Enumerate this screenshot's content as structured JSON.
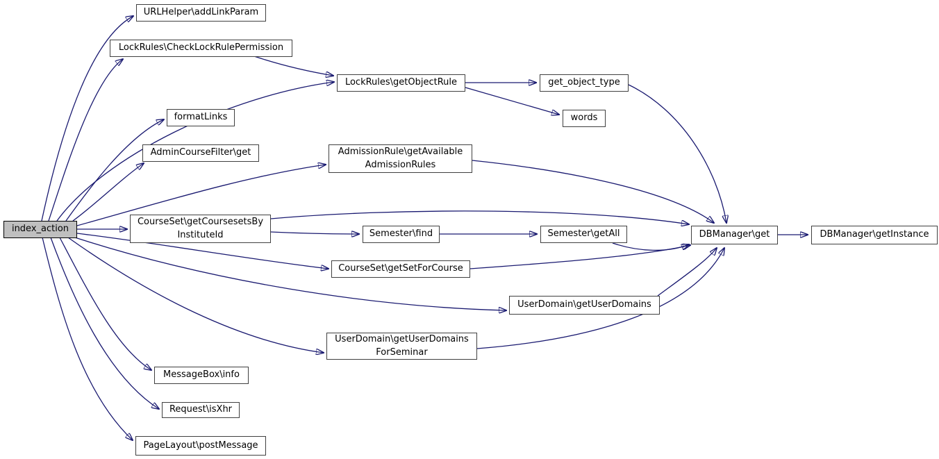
{
  "diagram_type": "call-graph",
  "colors": {
    "edge": "#191970",
    "node_border": "#3f3f3f",
    "node_fill": "#ffffff",
    "highlight_node_fill": "#bfbfbf",
    "highlight_node_border": "#000000",
    "text": "#000000",
    "background": "#ffffff"
  },
  "nodes": {
    "index_action": {
      "label": "index_action"
    },
    "urlhelper": {
      "label": "URLHelper\\addLinkParam"
    },
    "checklock": {
      "label": "LockRules\\CheckLockRulePermission"
    },
    "getobjectrule": {
      "label": "LockRules\\getObjectRule"
    },
    "get_object_type": {
      "label": "get_object_type"
    },
    "words": {
      "label": "words"
    },
    "formatlinks": {
      "label": "formatLinks"
    },
    "admincoursefilter": {
      "label": "AdminCourseFilter\\get"
    },
    "admissionrule": {
      "label": "AdmissionRule\\getAvailable\nAdmissionRules"
    },
    "coursesetsby": {
      "label": "CourseSet\\getCoursesetsBy\nInstituteId"
    },
    "semesterfind": {
      "label": "Semester\\find"
    },
    "semestergetall": {
      "label": "Semester\\getAll"
    },
    "getsetforcourse": {
      "label": "CourseSet\\getSetForCourse"
    },
    "getuserdomains": {
      "label": "UserDomain\\getUserDomains"
    },
    "getuserdomainsforseminar": {
      "label": "UserDomain\\getUserDomains\nForSeminar"
    },
    "messagebox": {
      "label": "MessageBox\\info"
    },
    "requestisxhr": {
      "label": "Request\\isXhr"
    },
    "pagelayout": {
      "label": "PageLayout\\postMessage"
    },
    "dbmanagerget": {
      "label": "DBManager\\get"
    },
    "dbmanagergetinstance": {
      "label": "DBManager\\getInstance"
    }
  },
  "edges": [
    {
      "from": "index_action",
      "to": "URLHelper\\addLinkParam"
    },
    {
      "from": "index_action",
      "to": "LockRules\\CheckLockRulePermission"
    },
    {
      "from": "index_action",
      "to": "LockRules\\getObjectRule"
    },
    {
      "from": "index_action",
      "to": "formatLinks"
    },
    {
      "from": "index_action",
      "to": "AdminCourseFilter\\get"
    },
    {
      "from": "index_action",
      "to": "AdmissionRule\\getAvailableAdmissionRules"
    },
    {
      "from": "index_action",
      "to": "CourseSet\\getCoursesetsByInstituteId"
    },
    {
      "from": "index_action",
      "to": "CourseSet\\getSetForCourse"
    },
    {
      "from": "index_action",
      "to": "UserDomain\\getUserDomains"
    },
    {
      "from": "index_action",
      "to": "UserDomain\\getUserDomainsForSeminar"
    },
    {
      "from": "index_action",
      "to": "MessageBox\\info"
    },
    {
      "from": "index_action",
      "to": "Request\\isXhr"
    },
    {
      "from": "index_action",
      "to": "PageLayout\\postMessage"
    },
    {
      "from": "LockRules\\CheckLockRulePermission",
      "to": "LockRules\\getObjectRule"
    },
    {
      "from": "LockRules\\getObjectRule",
      "to": "get_object_type"
    },
    {
      "from": "LockRules\\getObjectRule",
      "to": "words"
    },
    {
      "from": "get_object_type",
      "to": "DBManager\\get"
    },
    {
      "from": "AdmissionRule\\getAvailableAdmissionRules",
      "to": "DBManager\\get"
    },
    {
      "from": "CourseSet\\getCoursesetsByInstituteId",
      "to": "DBManager\\get"
    },
    {
      "from": "CourseSet\\getCoursesetsByInstituteId",
      "to": "Semester\\find"
    },
    {
      "from": "Semester\\find",
      "to": "Semester\\getAll"
    },
    {
      "from": "Semester\\getAll",
      "to": "DBManager\\get"
    },
    {
      "from": "CourseSet\\getSetForCourse",
      "to": "DBManager\\get"
    },
    {
      "from": "UserDomain\\getUserDomains",
      "to": "DBManager\\get"
    },
    {
      "from": "UserDomain\\getUserDomainsForSeminar",
      "to": "DBManager\\get"
    },
    {
      "from": "DBManager\\get",
      "to": "DBManager\\getInstance"
    }
  ]
}
